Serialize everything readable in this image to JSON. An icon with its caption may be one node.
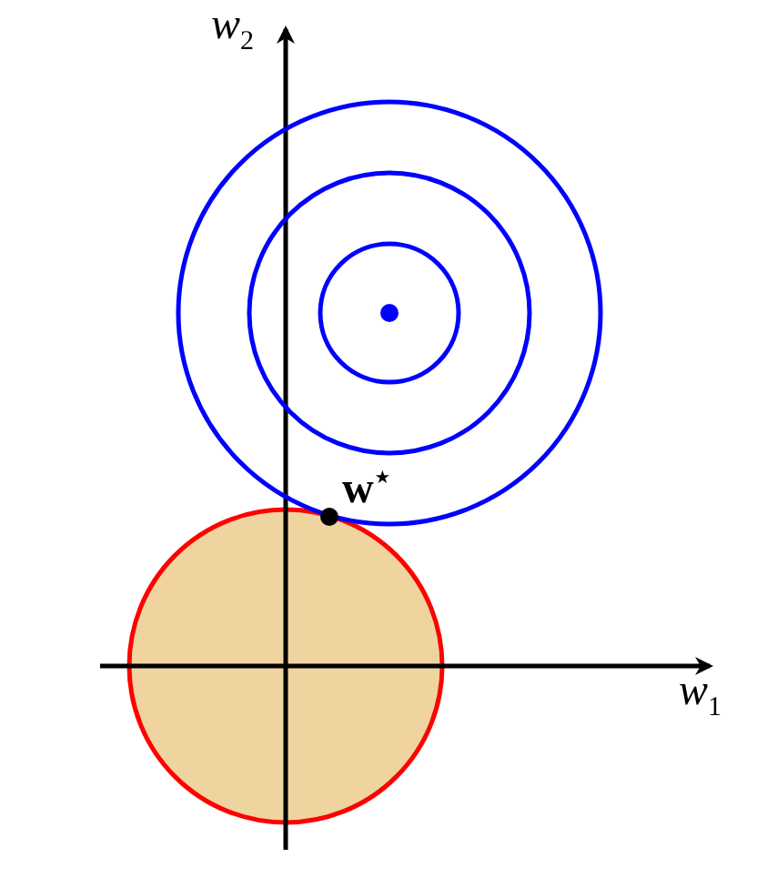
{
  "diagram": {
    "labels": [
      "w$_{2}$",
      "w$_{1}$",
      "w$^{⋆}$"
    ]
  }
}
